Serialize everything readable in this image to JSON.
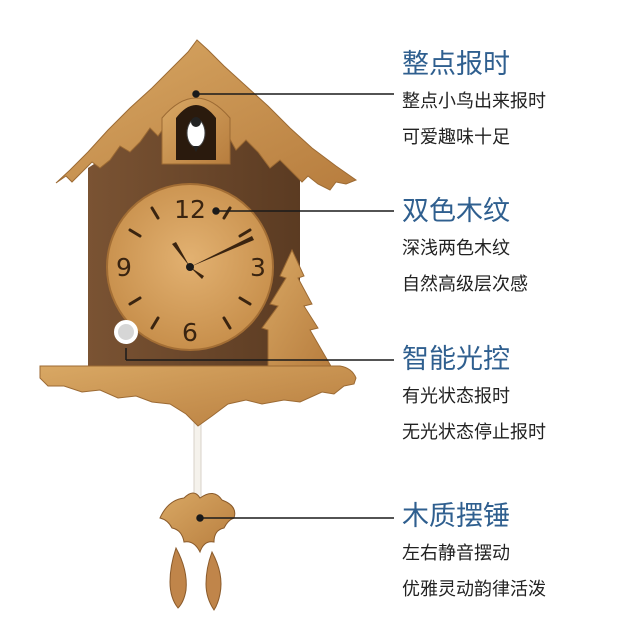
{
  "clock_face": {
    "numerals": {
      "top": "12",
      "right": "3",
      "bottom": "6",
      "left": "9"
    }
  },
  "features": [
    {
      "title": "整点报时",
      "lines": [
        "整点小鸟出来报时",
        "可爱趣味十足"
      ]
    },
    {
      "title": "双色木纹",
      "lines": [
        "深浅两色木纹",
        "自然高级层次感"
      ]
    },
    {
      "title": "智能光控",
      "lines": [
        "有光状态报时",
        "无光状态停止报时"
      ]
    },
    {
      "title": "木质摆锤",
      "lines": [
        "左右静音摆动",
        "优雅灵动韵律活泼"
      ]
    }
  ],
  "colors": {
    "title_text": "#2f5f8f",
    "body_text": "#222222",
    "light_wood": "#c9924f",
    "dark_wood": "#6e4a2c",
    "pointer_line": "#1a1a1a"
  }
}
